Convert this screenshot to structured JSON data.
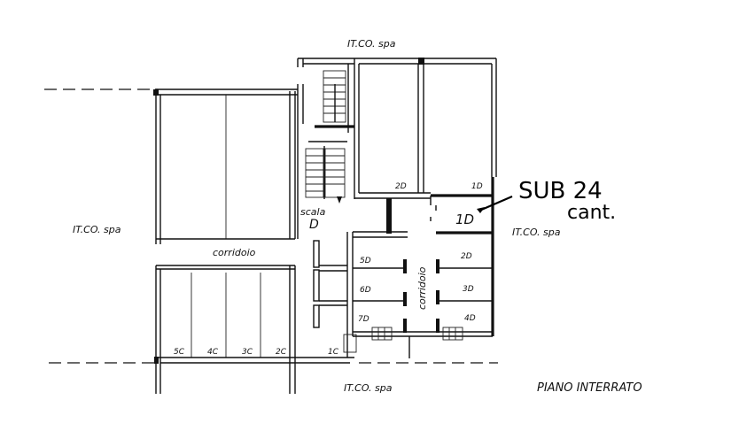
{
  "labels": {
    "top_outside": "IT.CO. spa",
    "left_outside": "IT.CO. spa",
    "right_outside": "IT.CO. spa",
    "bottom_outside": "IT.CO. spa",
    "stair": "scala",
    "stair_letter": "D",
    "corridor_horizontal": "corridoio",
    "corridor_vertical": "corridoio",
    "floor_title": "PIANO  INTERRATO",
    "handwritten_sub": "SUB 24",
    "handwritten_cant": "cant."
  },
  "rooms": {
    "r1d_top": "1D",
    "r2d_top": "2D",
    "r1d_highlight": "1D",
    "r5d": "5D",
    "r6d": "6D",
    "r7d": "7D",
    "r2d": "2D",
    "r3d": "3D",
    "r4d": "4D",
    "r5c": "5C",
    "r4c": "4C",
    "r3c": "3C",
    "r2c": "2C",
    "r1c": "1C"
  }
}
